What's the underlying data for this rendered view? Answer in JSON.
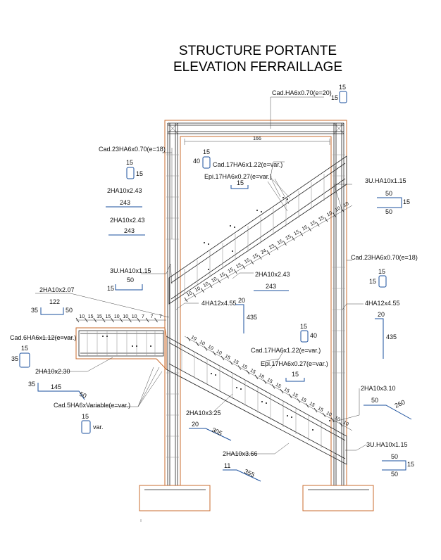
{
  "title": {
    "line1": "STRUCTURE PORTANTE",
    "line2": "ELEVATION FERRAILLAGE"
  },
  "colors": {
    "concrete": "#c86b2e",
    "rebar": "#222222",
    "bending_shape": "#1a4f9c",
    "dimension": "#444444"
  },
  "top_beam": {
    "label": "Cad.HA6x0.70(e=20)",
    "shape_a": "15",
    "shape_b": "15",
    "span": "166"
  },
  "left_column": {
    "stirrup_label": "Cad.23HA6x0.70(e=18)",
    "shape_a": "15",
    "shape_b": "15",
    "bar1_label": "2HA10x2.43",
    "bar1_len": "243",
    "bar2_label": "2HA10x2.43",
    "bar2_len": "243",
    "ubar_label": "3U.HA10x1.15",
    "ubar_a": "50",
    "ubar_b": "15",
    "main_label": "4HA12x4.55",
    "main_a": "20",
    "main_b": "435"
  },
  "right_column": {
    "stirrup_label": "Cad.23HA6x0.70(e=18)",
    "shape_a": "15",
    "shape_b": "15",
    "ubar_label": "3U.HA10x1.15",
    "ubar_a": "50",
    "ubar_b": "15",
    "ubar_c": "50",
    "main_label": "4HA12x4.55",
    "main_a": "20",
    "main_b": "435"
  },
  "upper_flight": {
    "stirrup_label": "Cad.17HA6x1.22(e=var.)",
    "shape_a": "15",
    "shape_b": "40",
    "epi_label": "Epi.17HA6x0.27(e=var.)",
    "epi_len": "15",
    "bar_label": "2HA10x2.43",
    "bar_len": "243",
    "spacing": [
      "10",
      "10",
      "10",
      "10",
      "15",
      "15",
      "15",
      "15",
      "15",
      "24",
      "23",
      "15",
      "15",
      "15",
      "15",
      "15",
      "15",
      "10",
      "10",
      "10"
    ]
  },
  "landing": {
    "cad_label": "Cad.6HA6x1.12(e=var.)",
    "cad_a": "15",
    "cad_b": "35",
    "top_bar_label": "2HA10x2.07",
    "top_bar_a": "122",
    "top_bar_b": "35",
    "top_bar_c": "50",
    "bot_bar_label": "2HA10x2.30",
    "bot_bar_a": "35",
    "bot_bar_b": "145",
    "bot_bar_c": "50",
    "var_label": "Cad.5HA6xVariable(e=var.)",
    "var_a": "15",
    "var_b": "var.",
    "spacing": [
      "10",
      "15",
      "15",
      "15",
      "10",
      "10",
      "10",
      "7",
      "7",
      "7"
    ],
    "shape_c": "15",
    "shape_d": "40"
  },
  "lower_flight": {
    "stirrup_label": "Cad.17HA6x1.22(e=var.)",
    "epi_label": "Epi.17HA6x0.27(e=var.)",
    "epi_len": "15",
    "bar1_label": "2HA10x3.10",
    "bar1_a": "50",
    "bar1_b": "260",
    "bar2_label": "2HA10x3.25",
    "bar2_a": "20",
    "bar2_b": "305",
    "bar3_label": "2HA10x3.66",
    "bar3_a": "11",
    "bar3_b": "355",
    "ubar_label": "3U.HA10x1.15",
    "ubar_a": "50",
    "ubar_b": "15",
    "ubar_c": "50",
    "spacing": [
      "10",
      "10",
      "10",
      "10",
      "15",
      "15",
      "15",
      "15",
      "18",
      "15",
      "15",
      "15",
      "15",
      "15",
      "15",
      "15",
      "10",
      "10",
      "10"
    ]
  }
}
